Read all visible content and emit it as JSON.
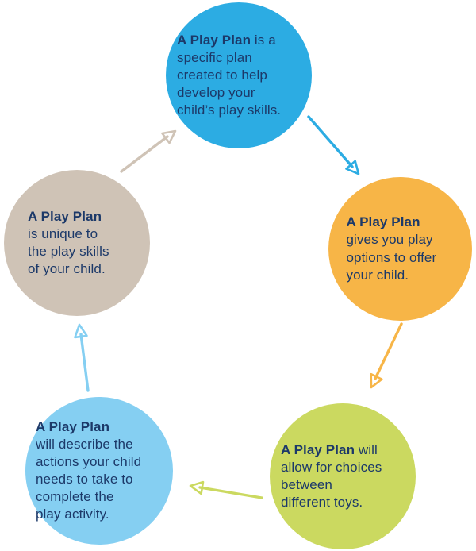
{
  "diagram": {
    "name": "Play Plan cycle diagram",
    "type": "cycle",
    "palette": {
      "text": "#1C3969",
      "background": "#FFFFFF"
    },
    "circles": [
      {
        "id": "definition",
        "bold": "A Play Plan",
        "rest": " is a\nspecific plan\ncreated to help\ndevelop your\nchild’s play skills.",
        "color": "#2CACE3",
        "position": "top"
      },
      {
        "id": "options",
        "bold": "A Play Plan",
        "rest": "\ngives you play\noptions to offer\nyour child.",
        "color": "#F7B547",
        "position": "right"
      },
      {
        "id": "choices",
        "bold": "A Play Plan",
        "rest": " will\nallow for choices\nbetween\ndifferent toys.",
        "color": "#CBD960",
        "position": "bottom-right"
      },
      {
        "id": "actions",
        "bold": "A Play Plan",
        "rest": "\nwill describe the\nactions your child\nneeds to take to\ncomplete the\nplay activity.",
        "color": "#85CFF2",
        "position": "bottom-left"
      },
      {
        "id": "unique",
        "bold": "A Play Plan",
        "rest": "\nis unique to\nthe play skills\nof your child.",
        "color": "#CFC3B6",
        "position": "left"
      }
    ],
    "arrows": [
      {
        "from": "definition",
        "to": "options",
        "color": "#2CACE3"
      },
      {
        "from": "options",
        "to": "choices",
        "color": "#F7B547"
      },
      {
        "from": "choices",
        "to": "actions",
        "color": "#CBD960"
      },
      {
        "from": "actions",
        "to": "unique",
        "color": "#85CFF2"
      },
      {
        "from": "unique",
        "to": "definition",
        "color": "#CFC3B6"
      }
    ]
  }
}
